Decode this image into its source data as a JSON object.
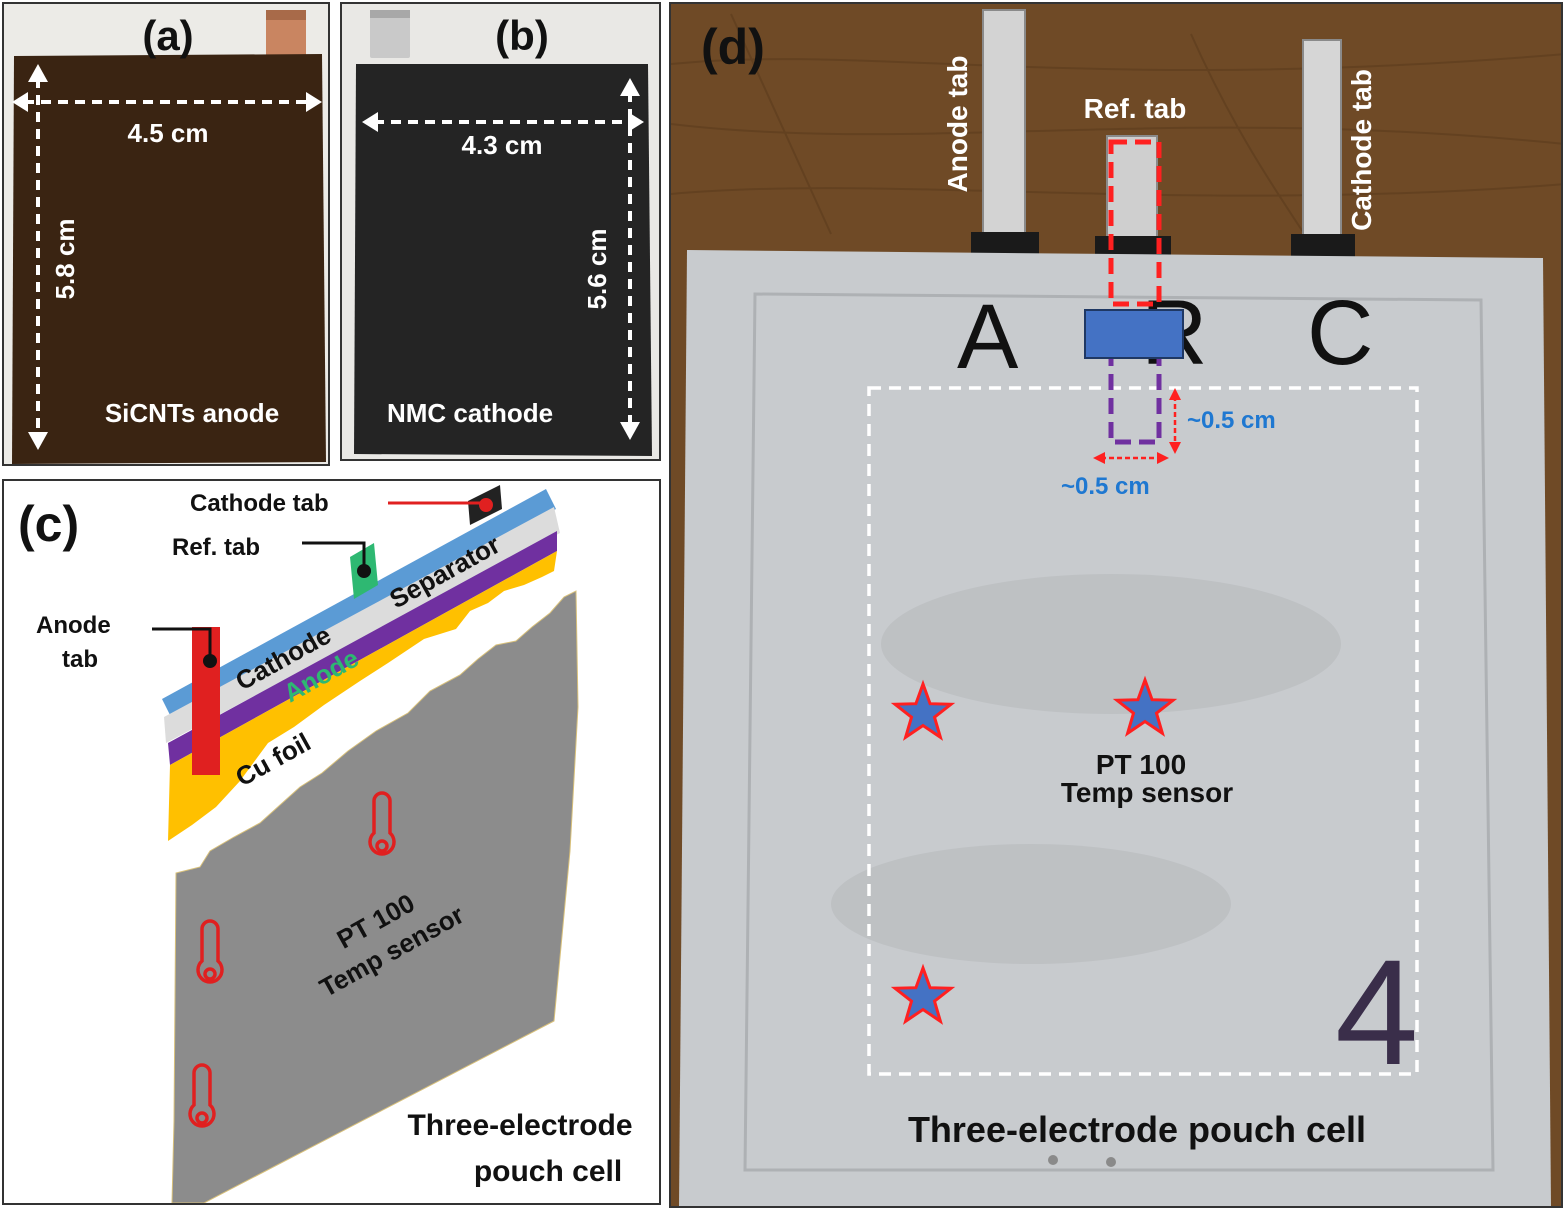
{
  "panel_a": {
    "label": "(a)",
    "width_label": "4.5 cm",
    "height_label": "5.8 cm",
    "caption": "SiCNTs anode",
    "colors": {
      "electrode": "#3a2412",
      "tab": "#c98561",
      "background": "#ecebe7"
    }
  },
  "panel_b": {
    "label": "(b)",
    "width_label": "4.3 cm",
    "height_label": "5.6 cm",
    "caption": "NMC cathode",
    "colors": {
      "electrode": "#242424",
      "tab": "#c9c9c9",
      "background": "#e9e8e5"
    }
  },
  "panel_c": {
    "label": "(c)",
    "cathode_tab": "Cathode tab",
    "ref_tab": "Ref. tab",
    "anode_tab_line1": "Anode",
    "anode_tab_line2": "tab",
    "layer_cathode": "Cathode",
    "layer_separator": "Separator",
    "layer_anode": "Anode",
    "layer_cu_foil": "Cu foil",
    "sensor_line1": "PT 100",
    "sensor_line2": "Temp sensor",
    "title_line1": "Three-electrode",
    "title_line2": "pouch cell",
    "icons": [
      "thermometer-icon",
      "thermometer-icon",
      "thermometer-icon"
    ],
    "colors": {
      "cathode": "#5b9bd5",
      "separator": "#dcdcdc",
      "anode": "#7030a0",
      "cu_foil": "#ffc000",
      "pouch": "#8c8c8c",
      "anode_tab": "#e02020",
      "ref_tab": "#2eb872",
      "anode_text": "#2eb872"
    }
  },
  "panel_d": {
    "label": "(d)",
    "anode_tab": "Anode tab",
    "ref_tab": "Ref. tab",
    "cathode_tab": "Cathode tab",
    "handwriting": [
      "A",
      "R",
      "C",
      "4"
    ],
    "dim_vertical": "~0.5 cm",
    "dim_horizontal": "~0.5 cm",
    "sensor_line1": "PT 100",
    "sensor_line2": "Temp sensor",
    "title": "Three-electrode pouch cell",
    "icons": [
      "star-icon",
      "star-icon",
      "star-icon"
    ],
    "colors": {
      "wood": "#6f4a26",
      "pouch": "#c8cbce",
      "ref_marker": "#ff2020",
      "reference_block": "#4472c4",
      "purple": "#7030a0",
      "dim_text": "#1f78d1"
    }
  }
}
